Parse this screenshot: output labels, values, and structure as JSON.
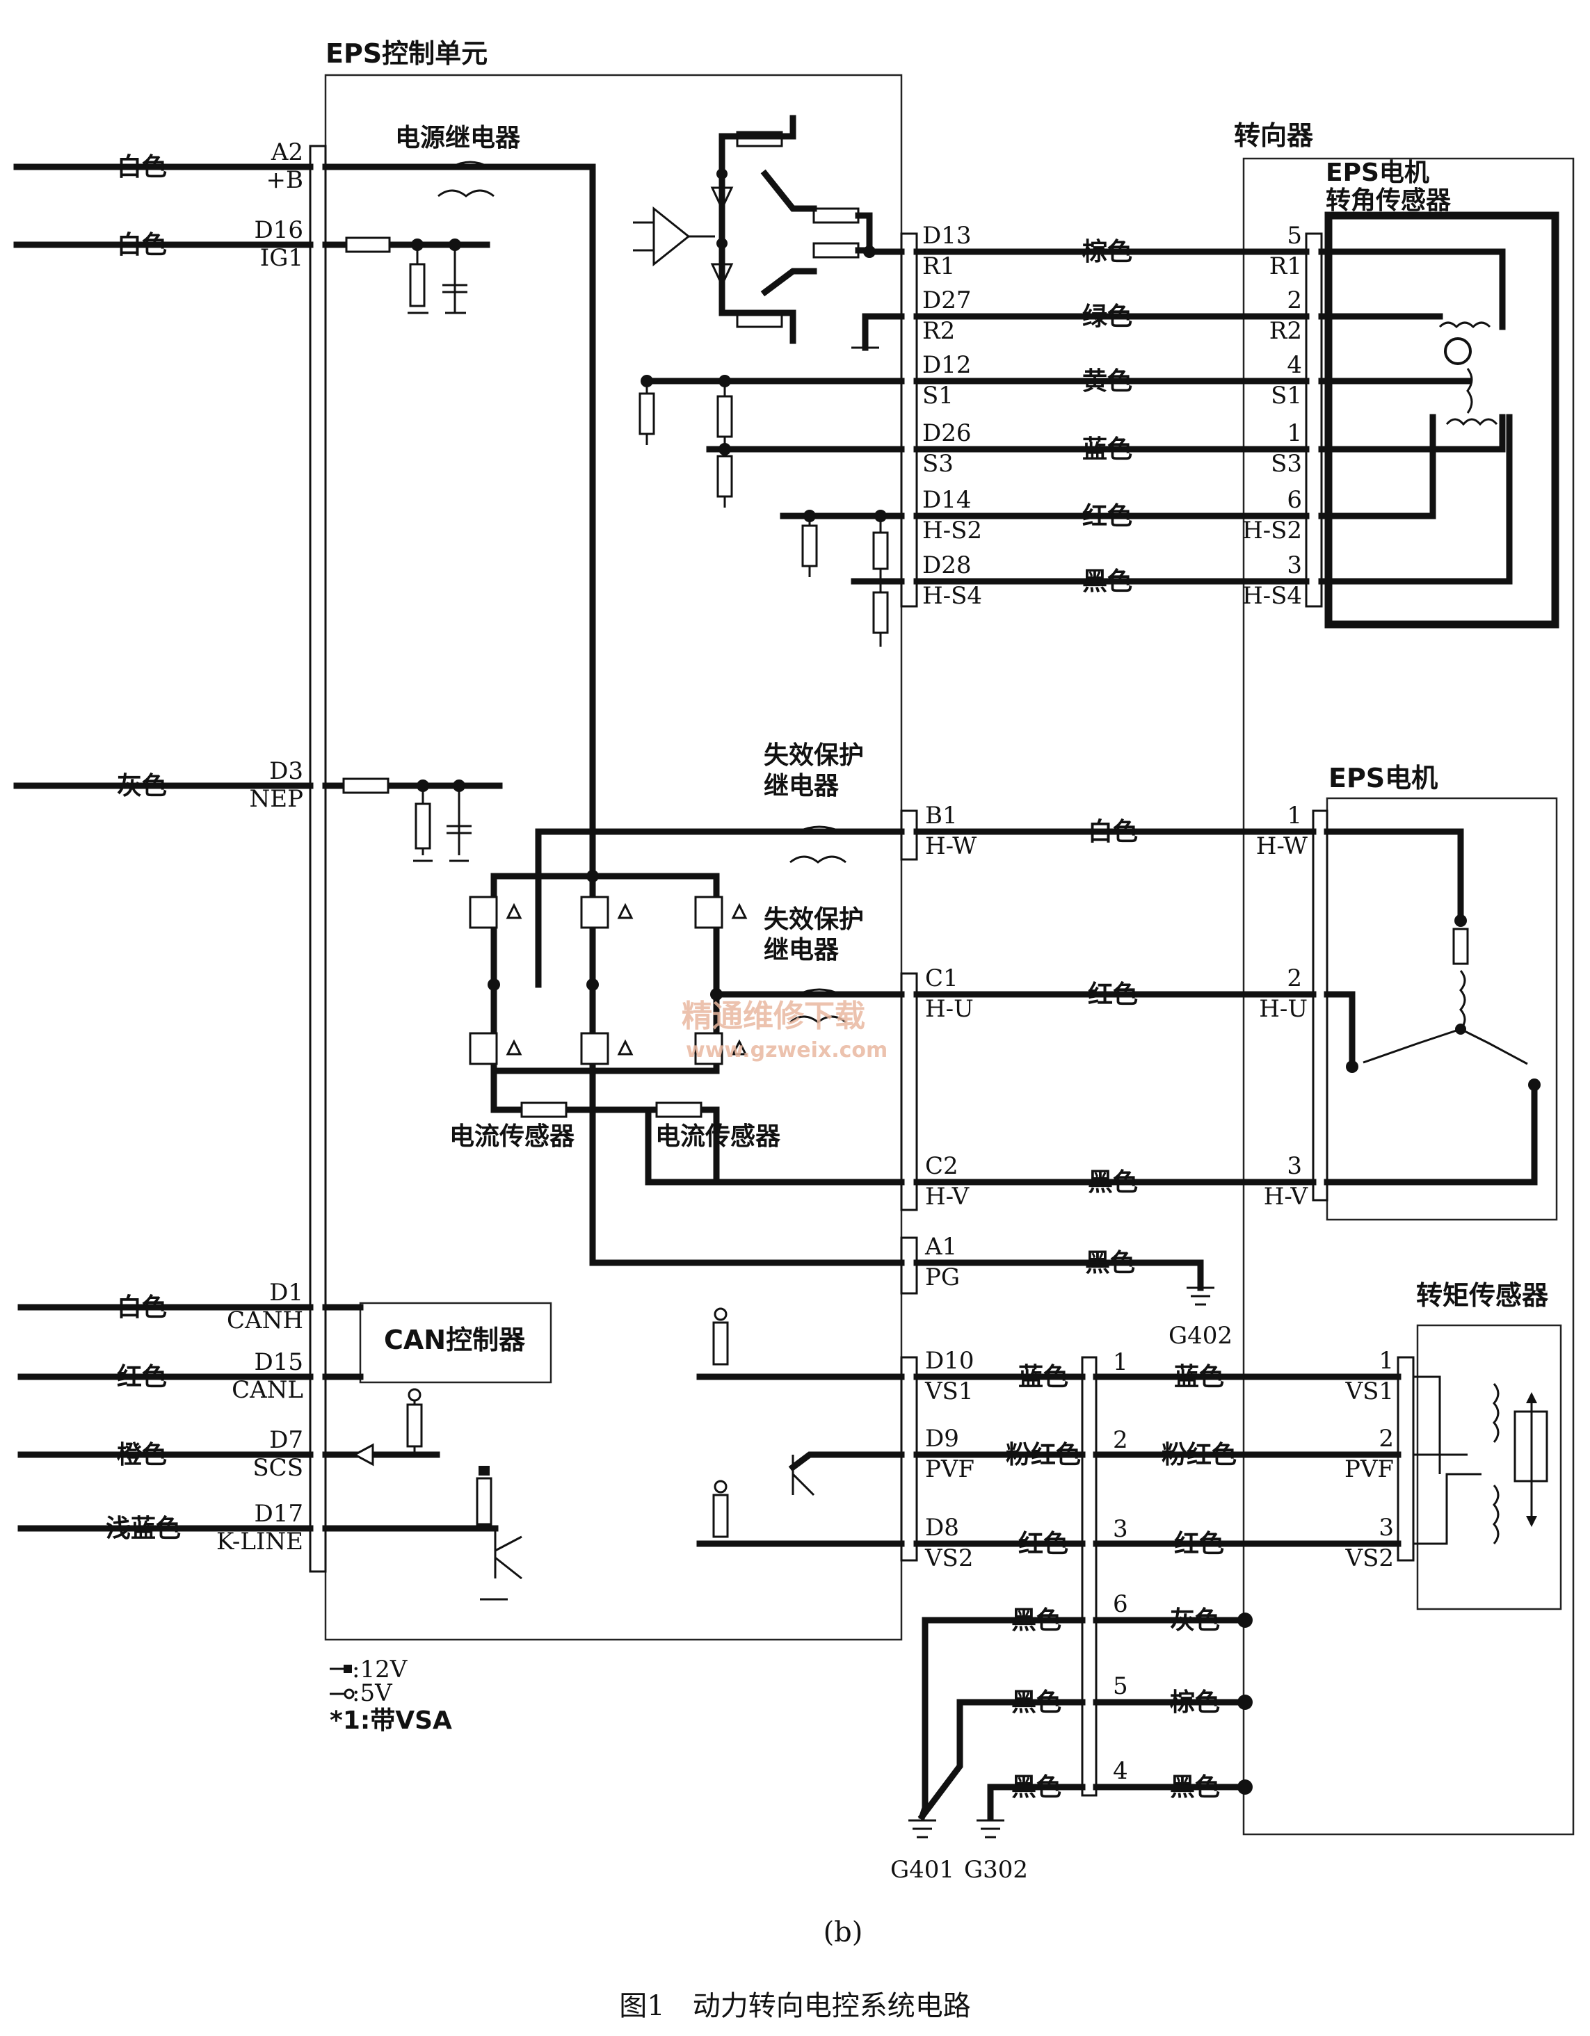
{
  "ecu": {
    "title": "EPS控制单元",
    "power_relay": "电源继电器",
    "can_controller": "CAN控制器",
    "failsafe_relay_1": "失效保护\n继电器",
    "failsafe_relay_2": "失效保护\n继电器",
    "current_sensor_1": "电流传感器",
    "current_sensor_2": "电流传感器"
  },
  "left_inputs": [
    {
      "color": "白色",
      "pin": "A2",
      "signal": "+B"
    },
    {
      "color": "白色",
      "pin": "D16",
      "signal": "IG1"
    },
    {
      "color": "灰色",
      "pin": "D3",
      "signal": "NEP"
    },
    {
      "color": "白色",
      "pin": "D1",
      "signal": "CANH"
    },
    {
      "color": "红色",
      "pin": "D15",
      "signal": "CANL"
    },
    {
      "color": "橙色",
      "pin": "D7",
      "signal": "SCS"
    },
    {
      "color": "浅蓝色",
      "pin": "D17",
      "signal": "K-LINE"
    }
  ],
  "angle_sensor_pins": [
    {
      "pin": "D13",
      "signal": "R1",
      "color": "棕色",
      "num": "5",
      "term": "R1"
    },
    {
      "pin": "D27",
      "signal": "R2",
      "color": "绿色",
      "num": "2",
      "term": "R2"
    },
    {
      "pin": "D12",
      "signal": "S1",
      "color": "黄色",
      "num": "4",
      "term": "S1"
    },
    {
      "pin": "D26",
      "signal": "S3",
      "color": "蓝色",
      "num": "1",
      "term": "S3"
    },
    {
      "pin": "D14",
      "signal": "H-S2",
      "color": "红色",
      "num": "6",
      "term": "H-S2"
    },
    {
      "pin": "D28",
      "signal": "H-S4",
      "color": "黑色",
      "num": "3",
      "term": "H-S4"
    }
  ],
  "motor_pins": [
    {
      "pin": "B1",
      "signal": "H-W",
      "color": "白色",
      "num": "1",
      "term": "H-W"
    },
    {
      "pin": "C1",
      "signal": "H-U",
      "color": "红色",
      "num": "2",
      "term": "H-U"
    },
    {
      "pin": "C2",
      "signal": "H-V",
      "color": "黑色",
      "num": "3",
      "term": "H-V"
    }
  ],
  "ground_pin": {
    "pin": "A1",
    "signal": "PG",
    "color": "黑色",
    "ground": "G402"
  },
  "torque_pins": [
    {
      "pin": "D10",
      "signal": "VS1",
      "color_left": "蓝色",
      "num": "1",
      "color_right": "蓝色",
      "term_num": "1",
      "term": "VS1"
    },
    {
      "pin": "D9",
      "signal": "PVF",
      "color_left": "粉红色",
      "num": "2",
      "color_right": "粉红色",
      "term_num": "2",
      "term": "PVF"
    },
    {
      "pin": "D8",
      "signal": "VS2",
      "color_left": "红色",
      "num": "3",
      "color_right": "红色",
      "term_num": "3",
      "term": "VS2"
    }
  ],
  "shield_pins": [
    {
      "color_left": "黑色",
      "num": "6",
      "color_right": "灰色"
    },
    {
      "color_left": "黑色",
      "num": "5",
      "color_right": "棕色"
    },
    {
      "color_left": "黑色",
      "num": "4",
      "color_right": "黑色"
    }
  ],
  "grounds": {
    "g401": "G401",
    "g302": "G302"
  },
  "steering": {
    "title": "转向器",
    "angle_sensor": "EPS电机\n转角传感器",
    "motor": "EPS电机",
    "torque_sensor": "转矩传感器"
  },
  "legend": {
    "v12": ":12V",
    "v5": ":5V",
    "note": "*1:带VSA"
  },
  "subfig": "(b)",
  "caption": "图1　动力转向电控系统电路",
  "watermark": {
    "cn": "精通维修下载",
    "url": "www.gzweix.com"
  }
}
